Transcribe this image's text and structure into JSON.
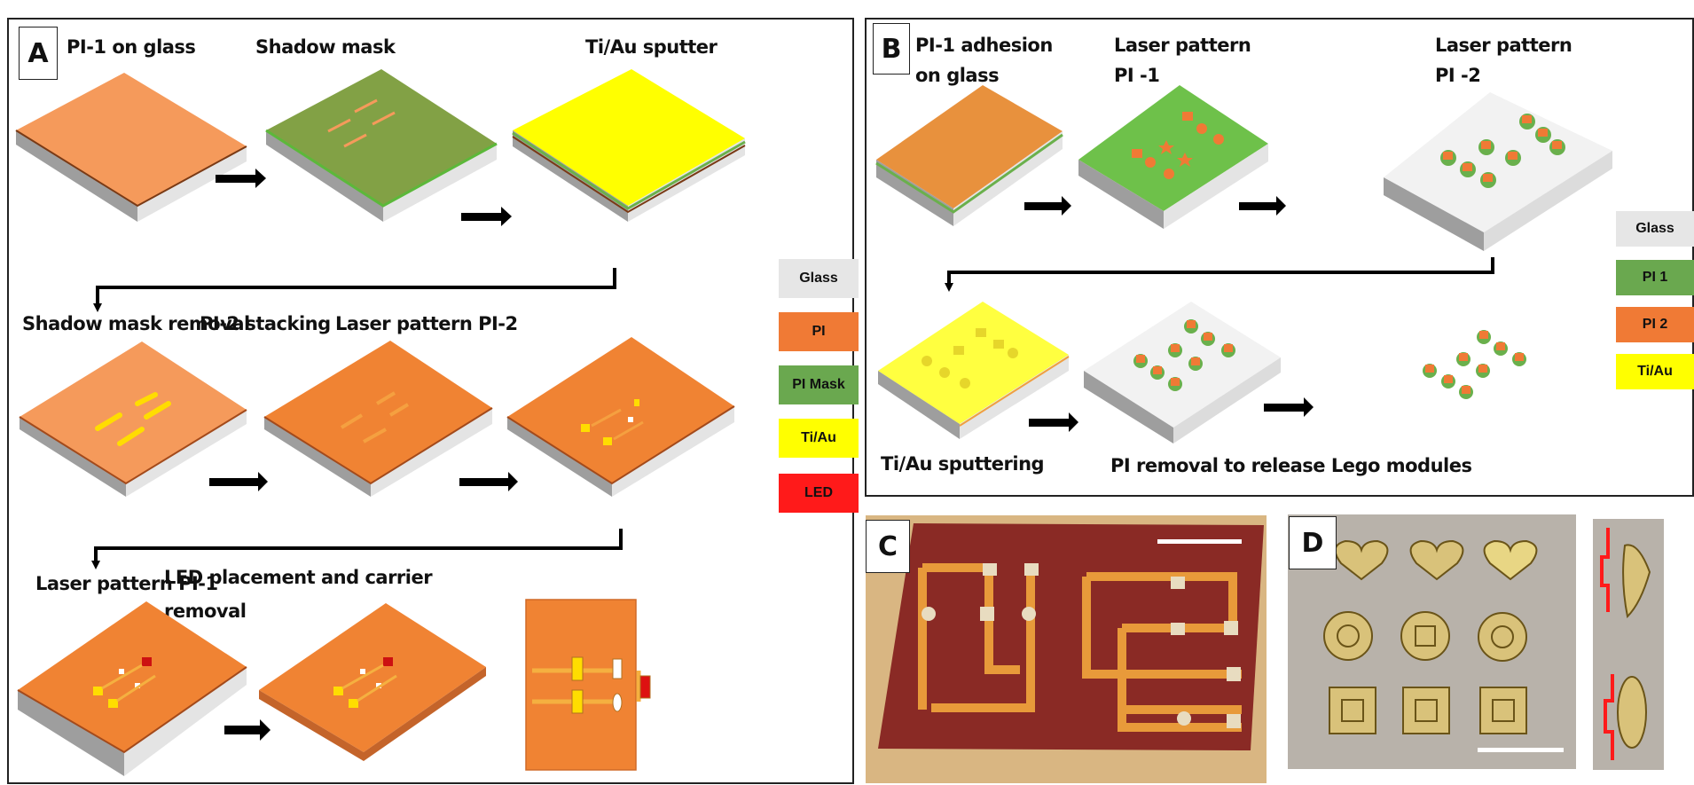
{
  "colors": {
    "glass": "#e6e6e6",
    "glass_side": "#bdbdbd",
    "pi": "#f5883c",
    "pi_dark": "#c4642a",
    "pi_mask": "#7cb342",
    "pi1_green": "#6ab04c",
    "ti_au": "#ffff00",
    "led": "#ff1a1a",
    "photo_c_bg": "#8a2a25",
    "photo_d_bg": "#b9b3ab"
  },
  "panel_a": {
    "letter": "A",
    "steps": [
      {
        "label": "PI-1 on glass"
      },
      {
        "label": "Shadow mask"
      },
      {
        "label": "Ti/Au sputter"
      },
      {
        "label": "Shadow mask removal"
      },
      {
        "label": "PI-2 stacking"
      },
      {
        "label": "Laser pattern PI-2"
      },
      {
        "label": "Laser pattern PI-1"
      },
      {
        "label_line1": "LED placement and carrier",
        "label_line2": "removal"
      }
    ],
    "legend": [
      {
        "label": "Glass",
        "color": "#e6e6e6"
      },
      {
        "label": "PI",
        "color": "#f07a35"
      },
      {
        "label": "PI Mask",
        "color": "#6aa84f"
      },
      {
        "label": "Ti/Au",
        "color": "#ffff00"
      },
      {
        "label": "LED",
        "color": "#ff1a1a"
      }
    ]
  },
  "panel_b": {
    "letter": "B",
    "steps": [
      {
        "label_line1": "PI-1 adhesion",
        "label_line2": "on glass"
      },
      {
        "label_line1": "Laser pattern",
        "label_line2": "PI -1"
      },
      {
        "label_line1": "Laser pattern",
        "label_line2": "PI -2"
      },
      {
        "label": "Ti/Au sputtering"
      },
      {
        "label": "PI removal to release Lego modules"
      }
    ],
    "legend": [
      {
        "label": "Glass",
        "color": "#e6e6e6"
      },
      {
        "label": "PI 1",
        "color": "#6aa84f"
      },
      {
        "label": "PI 2",
        "color": "#f07a35"
      },
      {
        "label": "Ti/Au",
        "color": "#ffff00"
      }
    ]
  },
  "panel_c": {
    "letter": "C"
  },
  "panel_d": {
    "letter": "D"
  }
}
